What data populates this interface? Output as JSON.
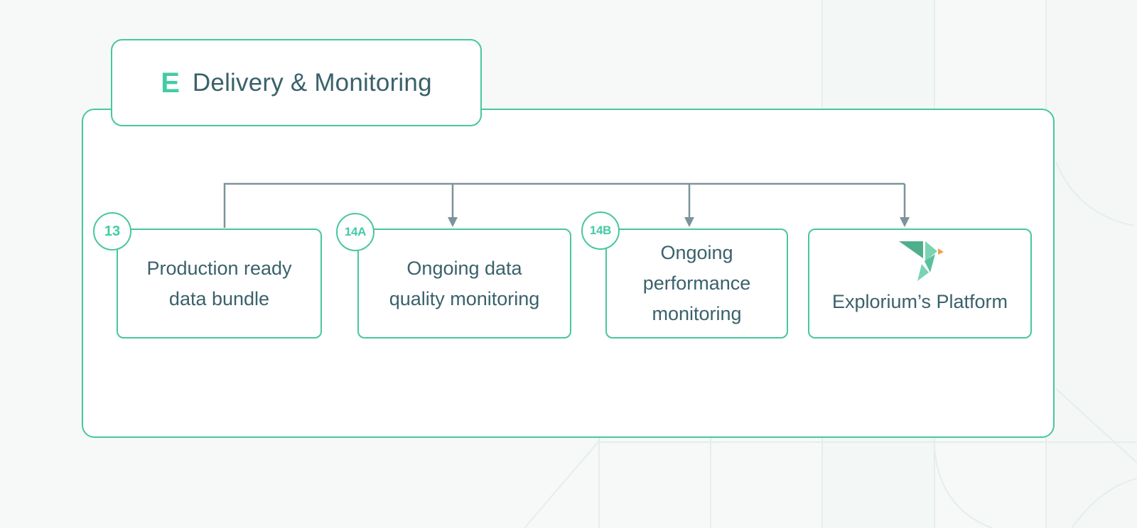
{
  "colors": {
    "accent_green": "#48C6A0",
    "bright_green": "#44CBA4",
    "dark_teal": "#3A616B",
    "connector_gray": "#7D939B",
    "logo_dark_green": "#4FAE8C",
    "logo_mid_green": "#58C09C",
    "logo_light_green": "#7BD3B2",
    "logo_orange": "#F49D4D"
  },
  "header": {
    "letter": "E",
    "title": "Delivery & Monitoring"
  },
  "nodes": [
    {
      "badge": "13",
      "lines": [
        "Production ready",
        "data bundle"
      ]
    },
    {
      "badge": "14A",
      "lines": [
        "Ongoing data",
        "quality monitoring"
      ]
    },
    {
      "badge": "14B",
      "lines": [
        "Ongoing",
        "performance",
        "monitoring"
      ]
    },
    {
      "badge": "",
      "icon": "explorium-bird-logo",
      "lines": [
        "Explorium’s Platform"
      ]
    }
  ]
}
